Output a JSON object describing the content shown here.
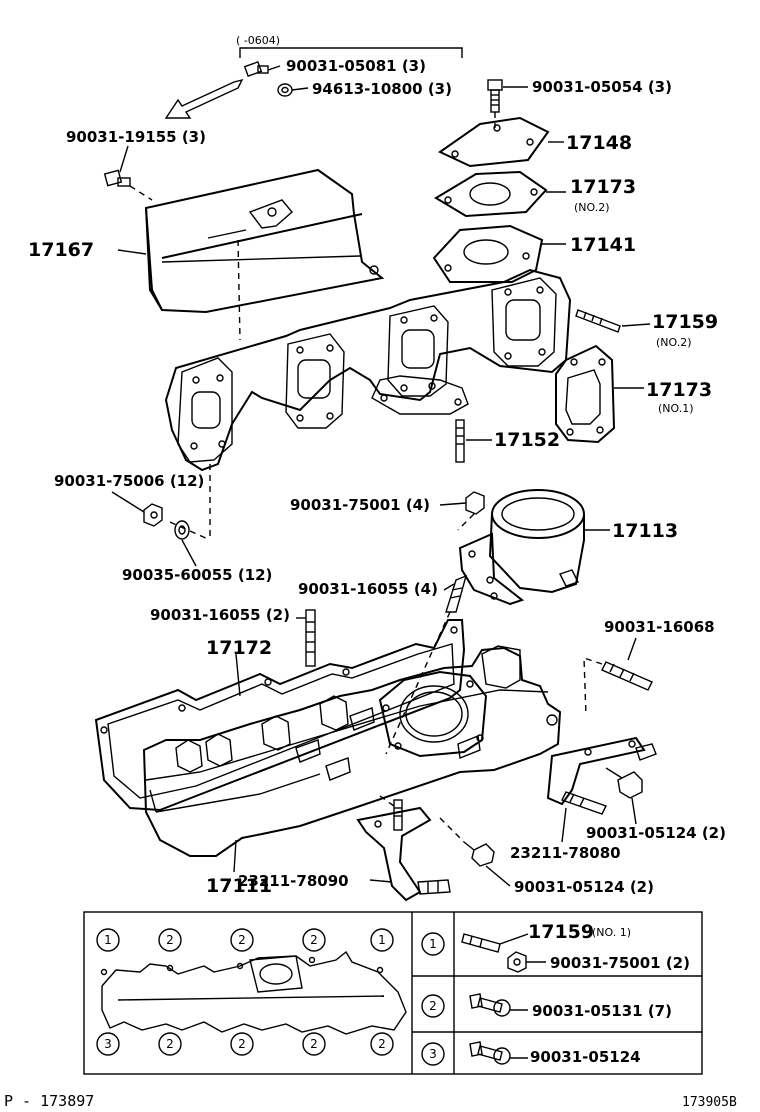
{
  "callouts": {
    "range_note": "(      -0604)",
    "p_90031_05081": "90031-05081 (3)",
    "p_94613_10800": "94613-10800 (3)",
    "p_90031_05054": "90031-05054 (3)",
    "p_90031_19155": "90031-19155 (3)",
    "p_17148": "17148",
    "p_17173_a": "17173",
    "p_17173_a_sub": "(NO.2)",
    "p_17141": "17141",
    "p_17167": "17167",
    "p_17159": "17159",
    "p_17159_sub": "(NO.2)",
    "p_17173_b": "17173",
    "p_17173_b_sub": "(NO.1)",
    "p_17152": "17152",
    "p_90031_75006": "90031-75006 (12)",
    "p_90031_75001": "90031-75001 (4)",
    "p_17113": "17113",
    "p_90035_60055": "90035-60055 (12)",
    "p_90031_16055_4": "90031-16055 (4)",
    "p_90031_16055_2": "90031-16055 (2)",
    "p_90031_16068": "90031-16068",
    "p_17172": "17172",
    "p_90031_05124_a": "90031-05124 (2)",
    "p_23211_78080": "23211-78080",
    "p_17111": "17111",
    "p_23211_78090": "23211-78090",
    "p_90031_05124_b": "90031-05124 (2)"
  },
  "inset": {
    "top_markers": [
      "1",
      "2",
      "2",
      "2",
      "1"
    ],
    "bottom_markers": [
      "3",
      "2",
      "2",
      "2",
      "2"
    ],
    "legend": [
      {
        "marker": "1",
        "part": "17159",
        "part_sub": "(NO. 1)",
        "part2": "90031-75001 (2)"
      },
      {
        "marker": "2",
        "part": "90031-05131 (7)"
      },
      {
        "marker": "3",
        "part": "90031-05124"
      }
    ]
  },
  "footer": {
    "page_ref": "P - 173897",
    "drawing_id": "173905B"
  }
}
